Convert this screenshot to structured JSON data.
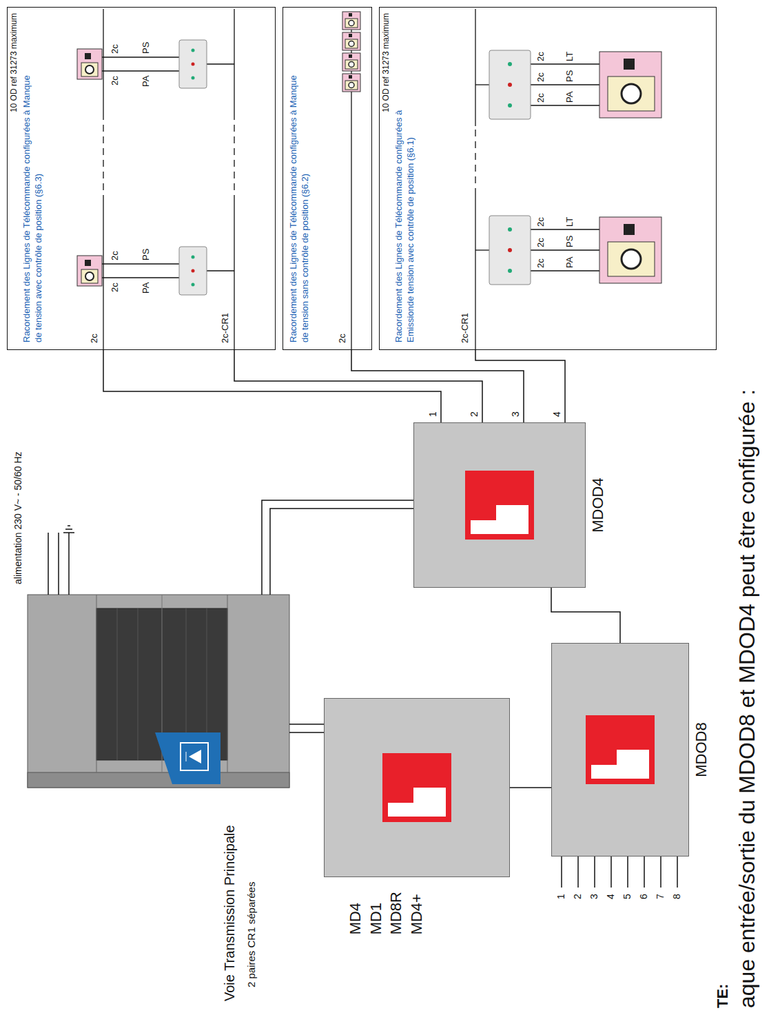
{
  "diagram": {
    "nodes": [
      {
        "text": [
          "MD4 MD1 MD8R MD4+"
        ]
      },
      {
        "text": [
          "MDOD8"
        ]
      },
      {
        "text": [
          "MDOD4"
        ]
      },
      {
        "text": [
          "Racordement des Lignes de Télécommande configurées à Manque de tension avec contrôle de position (§6.3)",
          "10 OD ref 31273 maximum"
        ]
      },
      {
        "text": [
          "Racordement des Lignes de Télécommande configurées à Manque de tension sans contrôle de position (§6.2)"
        ]
      },
      {
        "text": [
          "Racordement des Lignes de Télécommande configurées à Emissionde tension avec contrôle de position (§6.1)",
          "10 OD ref 31273 maximum"
        ]
      }
    ],
    "edges": [
      {
        "from": 0,
        "to": 1,
        "arrow": "none"
      },
      {
        "from": 1,
        "to": 2,
        "arrow": "none"
      },
      {
        "from": 2,
        "to": 3,
        "arrow": "none"
      },
      {
        "from": 2,
        "to": 3,
        "arrow": "none"
      },
      {
        "from": 2,
        "to": 4,
        "arrow": "none"
      },
      {
        "from": 2,
        "to": 5,
        "arrow": "none"
      }
    ],
    "labels": [
      "alimentation 230 V~ - 50/60 Hz",
      "Voie Transmission Principale",
      "2 paires CR1 séparées",
      "1",
      "2",
      "3",
      "4",
      "5",
      "6",
      "7",
      "8",
      "1",
      "2",
      "3",
      "4",
      "2c",
      "2c-CR1",
      "2c",
      "2c",
      "PA",
      "PS",
      "2c",
      "2c",
      "PA",
      "PS",
      "2c",
      "2c-CR1",
      "2c",
      "2c",
      "2c",
      "PA",
      "PS",
      "LT",
      "2c",
      "2c",
      "2c",
      "PA",
      "PS",
      "LT",
      "TE:",
      "aque entrée/sortie du MDOD8 et MDOD4 peut être configurée :"
    ]
  }
}
